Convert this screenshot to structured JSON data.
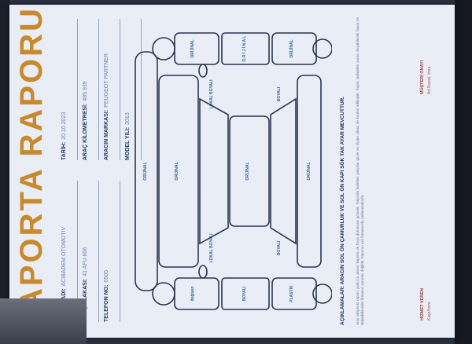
{
  "report": {
    "title": "KAPORTA RAPORU",
    "fields_left": [
      {
        "label": "ADI SOYADI:",
        "value": "ACIBADEM OTOMOTIV"
      },
      {
        "label": "ARAÇ PLAKASI:",
        "value": "41 AFU 606"
      },
      {
        "label": "TELEFON NO:",
        "value": "0505"
      }
    ],
    "fields_right": [
      {
        "label": "TARİH:",
        "value": "20.10.2023"
      },
      {
        "label": "ARAÇ KİLOMETRESİ:",
        "value": "485.939"
      },
      {
        "label": "ARACIN MARKASI:",
        "value": "PEUGEOT PARTNER"
      },
      {
        "label": "MODEL YILI:",
        "value": "2013"
      }
    ]
  },
  "parts": {
    "orijinal": "ORİJİNAL",
    "boyali": "BOYALI",
    "lokal_boyali": "LOKAL BOYALI",
    "degisen": "değişen",
    "plastik": "PLASTİK",
    "orijinal_spaced": "O R İ J İ N A L"
  },
  "notes_heading": "AÇIKLAMALAR: ARACIN SOL ÖN ÇAMURLUK VE SOL ÖN KAPI SÖK TAK AYAR MEVCUTTUR.",
  "notes_text": "Araç ekspertiz raporu yalnızca aracın kaporta ve boya durumunu gösterir. Raporda belirtilen parçalar gözle ve ölçüm cihazı ile kontrol edilmiştir. Rapor tarihinden sonra oluşabilecek hasar ve değişikliklerden firmamız sorumlu değildir. Raporun aslı firmamızda saklanmaktadır.",
  "signatures": {
    "left": "HİZMET VEREN",
    "left_sub": "Kaşe/İmza",
    "right": "MÜŞTERİ ONAYI",
    "right_sub": "Ad Soyad, İmza"
  }
}
